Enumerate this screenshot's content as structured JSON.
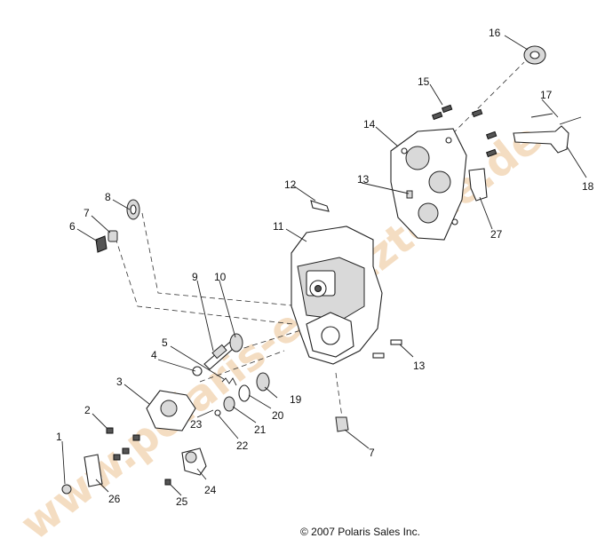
{
  "watermark": "www.polaris-ersatzteile.de",
  "copyright": "© 2007 Polaris Sales Inc.",
  "callouts": [
    "1",
    "2",
    "3",
    "4",
    "5",
    "6",
    "7",
    "7",
    "8",
    "9",
    "10",
    "11",
    "12",
    "13",
    "13",
    "14",
    "15",
    "16",
    "17",
    "18",
    "19",
    "20",
    "21",
    "22",
    "23",
    "24",
    "25",
    "26",
    "27"
  ]
}
